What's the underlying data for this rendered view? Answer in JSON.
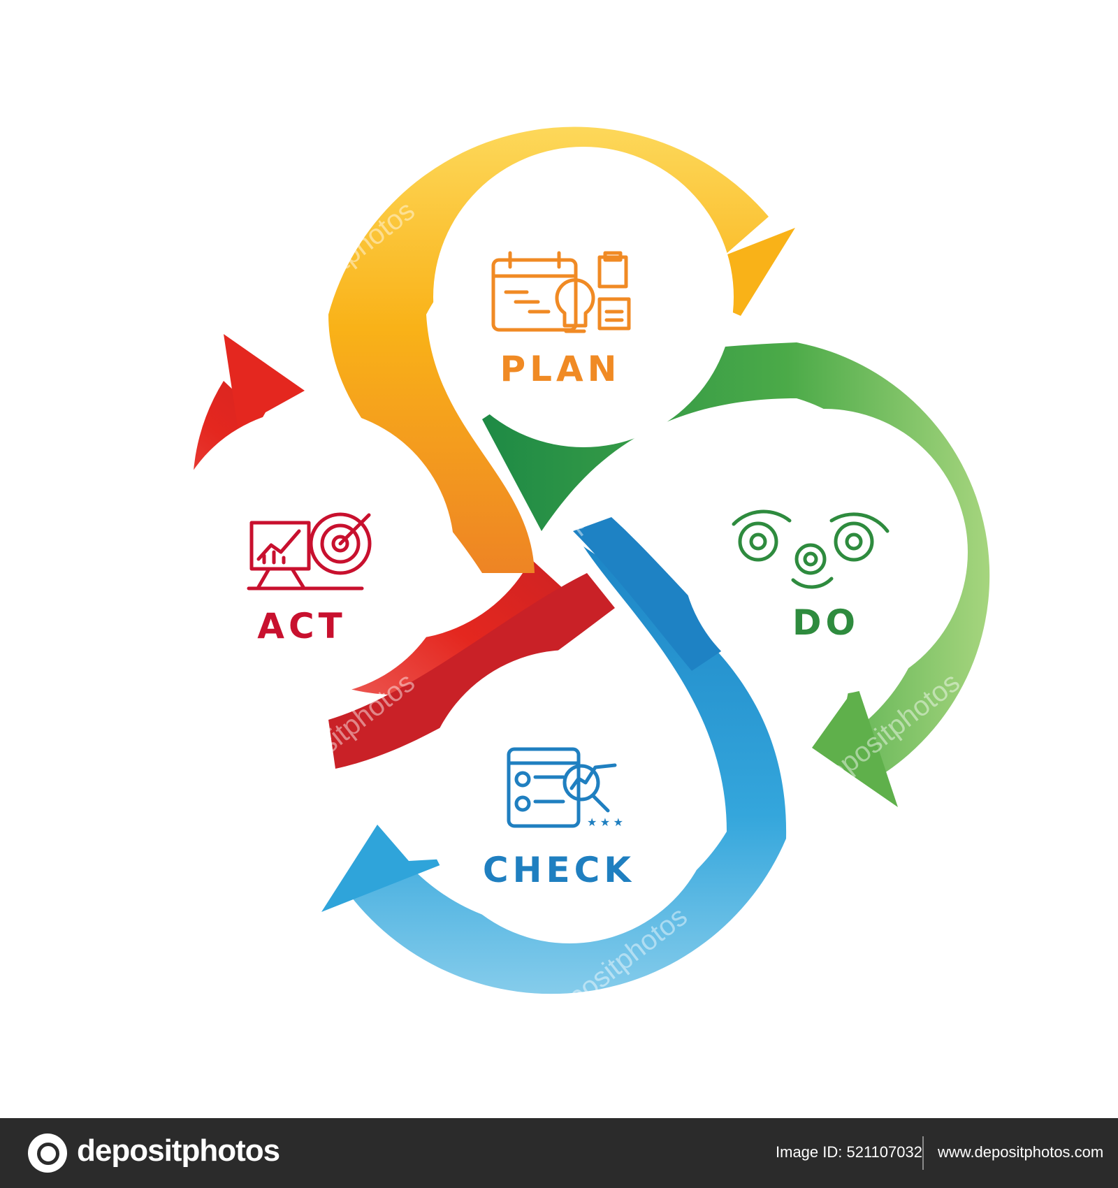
{
  "steps": [
    {
      "id": "plan",
      "label": "PLAN",
      "color": "#F08A24",
      "icon": "plan-calendar-lightbulb-icon"
    },
    {
      "id": "do",
      "label": "DO",
      "color": "#2E8B3E",
      "icon": "gears-icon"
    },
    {
      "id": "check",
      "label": "CHECK",
      "color": "#1F7FC0",
      "icon": "checklist-magnifier-icon"
    },
    {
      "id": "act",
      "label": "ACT",
      "color": "#C8102E",
      "icon": "chart-target-icon"
    }
  ],
  "watermark": "depositphotos",
  "footer": {
    "brand": "depositphotos",
    "image_id": "Image ID: 521107032",
    "site": "www.depositphotos.com"
  }
}
